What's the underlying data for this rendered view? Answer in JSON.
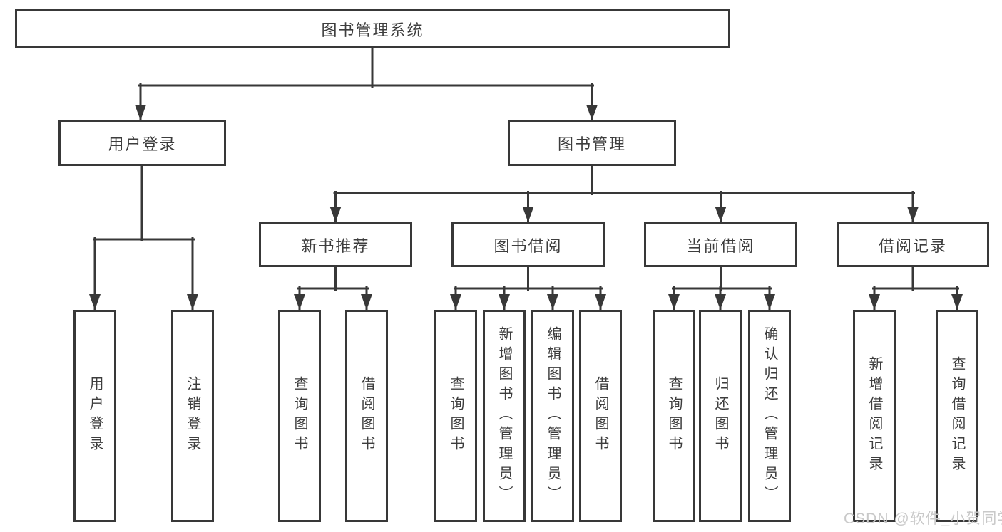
{
  "colors": {
    "line": "#383838",
    "text": "#3d3d3d",
    "box_background": "#ffffff",
    "page_background": "#ffffff",
    "watermark_text": "#c9c9c9"
  },
  "root": {
    "label": "图书管理系统"
  },
  "branches": {
    "user_login": {
      "label": "用户登录",
      "children": [
        {
          "label": "用户登录"
        },
        {
          "label": "注销登录"
        }
      ]
    },
    "book_management": {
      "label": "图书管理",
      "sections": [
        {
          "label": "新书推荐",
          "children": [
            {
              "label": "查询图书"
            },
            {
              "label": "借阅图书"
            }
          ]
        },
        {
          "label": "图书借阅",
          "children": [
            {
              "label": "查询图书"
            },
            {
              "label": "新增图书（管理员）"
            },
            {
              "label": "编辑图书（管理员）"
            },
            {
              "label": "借阅图书"
            }
          ]
        },
        {
          "label": "当前借阅",
          "children": [
            {
              "label": "查询图书"
            },
            {
              "label": "归还图书"
            },
            {
              "label": "确认归还（管理员）"
            }
          ]
        },
        {
          "label": "借阅记录",
          "children": [
            {
              "label": "新增借阅记录"
            },
            {
              "label": "查询借阅记录"
            }
          ]
        }
      ]
    }
  },
  "watermark": {
    "text": "CSDN @软件_小贺同学"
  }
}
